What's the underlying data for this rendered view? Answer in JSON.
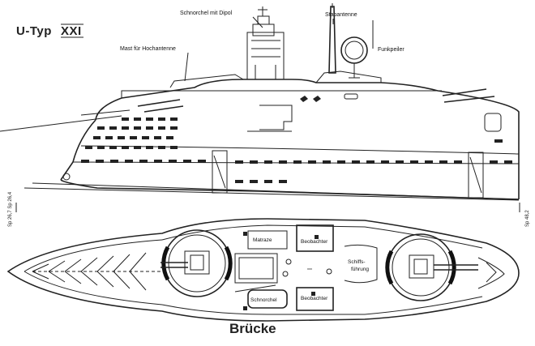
{
  "title": {
    "prefix": "U-Typ",
    "type_numeral": "XXI"
  },
  "side_view_labels": {
    "schnorchel": "Schnorchel mit Dipol",
    "stab_antenna": "Stabantenne",
    "mast": "Mast für Hochantenne",
    "funkpeiler": "Funkpeiler"
  },
  "frame_marks": {
    "left": "Sp 26,7 Sp 26,4",
    "right": "Sp 48,2"
  },
  "top_view_labels": {
    "matraze": "Matraze",
    "beobachter_top": "Beobachter",
    "schiffsfuehrung_line1": "Schiffs-",
    "schiffsfuehrung_line2": "führung",
    "schnorchel": "Schnorchel",
    "beobachter_bottom": "Beobachter",
    "small_mark": "xxx"
  },
  "caption": "Brücke",
  "colors": {
    "ink": "#222222",
    "paper": "#ffffff",
    "gun_ring_fill": "#e8e8e8"
  }
}
